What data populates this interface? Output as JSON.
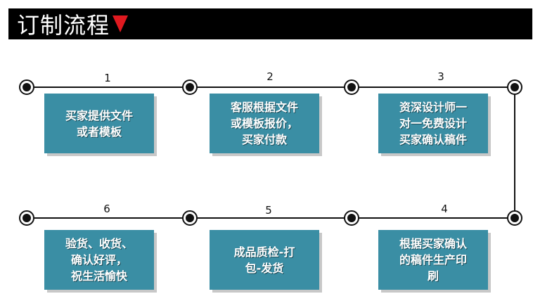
{
  "header": {
    "title": "订制流程"
  },
  "steps": [
    {
      "number": "1",
      "text": "买家提供文件\n或者模板"
    },
    {
      "number": "2",
      "text": "客服根据文件\n或模板报价，\n买家付款"
    },
    {
      "number": "3",
      "text": "资深设计师一\n对一免费设计\n买家确认稿件"
    },
    {
      "number": "4",
      "text": "根据买家确认\n的稿件生产印\n刷"
    },
    {
      "number": "5",
      "text": "成品质检-打\n包-发货"
    },
    {
      "number": "6",
      "text": "验货、收货、\n确认好评，\n祝生活愉快"
    }
  ],
  "colors": {
    "box": "#3a8ea4",
    "arrow": "#e0191f",
    "header": "#000000"
  }
}
